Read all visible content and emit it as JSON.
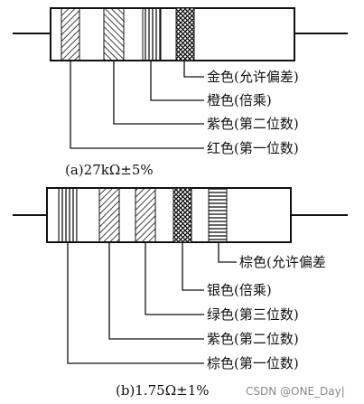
{
  "diagram_a": {
    "labels": [
      "金色(允许偏差)",
      "橙色(倍乘)",
      "紫色(第二位数)",
      "红色(第一位数)"
    ],
    "caption": "(a)27kΩ±5%"
  },
  "diagram_b": {
    "labels": [
      "棕色(允许偏差",
      "银色(倍乘)",
      "绿色(第三位数)",
      "紫色(第二位数)",
      "棕色(第一位数)"
    ],
    "caption": "(b)1.75Ω±1%"
  },
  "watermark": "CSDN @ONE_Day|"
}
